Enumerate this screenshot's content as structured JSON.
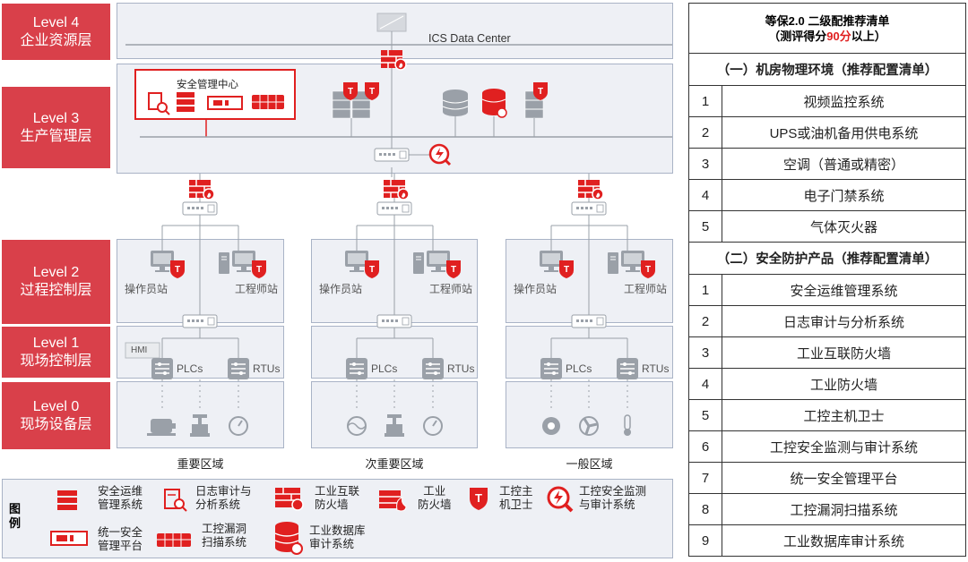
{
  "levels": [
    {
      "en": "Level 4",
      "zh": "企业资源层"
    },
    {
      "en": "Level 3",
      "zh": "生产管理层"
    },
    {
      "en": "Level 2",
      "zh": "过程控制层"
    },
    {
      "en": "Level 1",
      "zh": "现场控制层"
    },
    {
      "en": "Level 0",
      "zh": "现场设备层"
    }
  ],
  "data_center_label": "ICS Data Center",
  "security_center_label": "安全管理中心",
  "station_labels": {
    "operator": "操作员站",
    "engineer": "工程师站"
  },
  "hmi_label": "HMI",
  "plc_label": "PLCs",
  "rtu_label": "RTUs",
  "zones": [
    "重要区域",
    "次重要区域",
    "一般区域"
  ],
  "legend": {
    "title": "图\n例",
    "items": [
      {
        "icon": "ops-management-icon",
        "label": "安全运维\n管理系统"
      },
      {
        "icon": "log-audit-icon",
        "label": "日志审计与\n分析系统"
      },
      {
        "icon": "industrial-internet-firewall-icon",
        "label": "工业互联\n防火墙"
      },
      {
        "icon": "industrial-firewall-icon",
        "label": "工业\n防火墙"
      },
      {
        "icon": "host-guard-icon",
        "label": "工控主\n机卫士"
      },
      {
        "icon": "monitor-audit-icon",
        "label": "工控安全监测\n与审计系统"
      },
      {
        "icon": "unified-platform-icon",
        "label": "统一安全\n管理平台"
      },
      {
        "icon": "vuln-scan-icon",
        "label": "工控漏洞\n扫描系统"
      },
      {
        "icon": "db-audit-icon",
        "label": "工业数据库\n审计系统"
      }
    ]
  },
  "right_table": {
    "title_line1": "等保2.0 二级配推荐清单",
    "title_line2_prefix": "（测评得分",
    "title_line2_highlight": "90分",
    "title_line2_suffix": "以上）",
    "section1": "（一）机房物理环境（推荐配置清单）",
    "section1_items": [
      {
        "num": "1",
        "label": "视频监控系统"
      },
      {
        "num": "2",
        "label": "UPS或油机备用供电系统"
      },
      {
        "num": "3",
        "label": "空调（普通或精密）"
      },
      {
        "num": "4",
        "label": "电子门禁系统"
      },
      {
        "num": "5",
        "label": "气体灭火器"
      }
    ],
    "section2": "（二）安全防护产品（推荐配置清单）",
    "section2_items": [
      {
        "num": "1",
        "label": "安全运维管理系统"
      },
      {
        "num": "2",
        "label": "日志审计与分析系统"
      },
      {
        "num": "3",
        "label": "工业互联防火墙"
      },
      {
        "num": "4",
        "label": "工业防火墙"
      },
      {
        "num": "5",
        "label": "工控主机卫士"
      },
      {
        "num": "6",
        "label": "工控安全监测与审计系统"
      },
      {
        "num": "7",
        "label": "统一安全管理平台"
      },
      {
        "num": "8",
        "label": "工控漏洞扫描系统"
      },
      {
        "num": "9",
        "label": "工业数据库审计系统"
      }
    ]
  },
  "colors": {
    "accent_red": "#d9404a",
    "icon_red": "#e02020",
    "panel_bg": "#eef0f5",
    "panel_border": "#a9b3c6",
    "device_gray": "#9aa0a8"
  }
}
